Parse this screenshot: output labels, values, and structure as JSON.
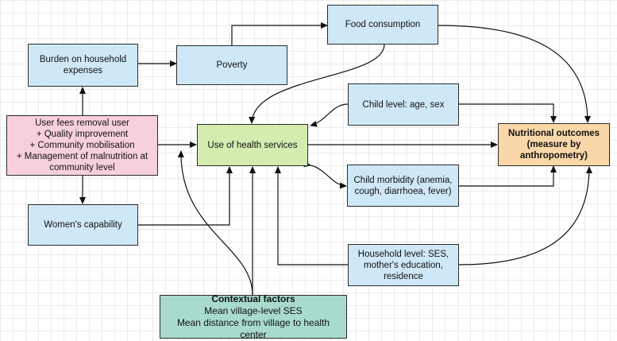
{
  "nodes": {
    "food_consumption": "Food consumption",
    "burden": [
      "Burden on household",
      "expenses"
    ],
    "poverty": "Poverty",
    "child_level": "Child level: age, sex",
    "user_fees": [
      "User fees removal user",
      "+ Quality improvement",
      "+ Community mobilisation",
      "+ Management of malnutrition at",
      "community level"
    ],
    "health_services": "Use of health services",
    "nutritional_outcomes": [
      "Nutritional outcomes",
      "(measure by",
      "anthropometry)"
    ],
    "child_morbidity": [
      "Child morbidity (anemia,",
      "cough, diarrhoea, fever)"
    ],
    "womens_capability": "Women's capability",
    "household_level": [
      "Household level: SES,",
      "mother's education,",
      "residence"
    ],
    "contextual": {
      "title": "Contextual factors",
      "lines": [
        "Mean village-level SES",
        "Mean distance from village to health center"
      ]
    }
  },
  "colors": {
    "blue": "#cfe8f7",
    "pink": "#f8d0dc",
    "green": "#d4ecb0",
    "orange": "#fad7a8",
    "teal": "#a8dbcd",
    "arrow": "#111111"
  }
}
